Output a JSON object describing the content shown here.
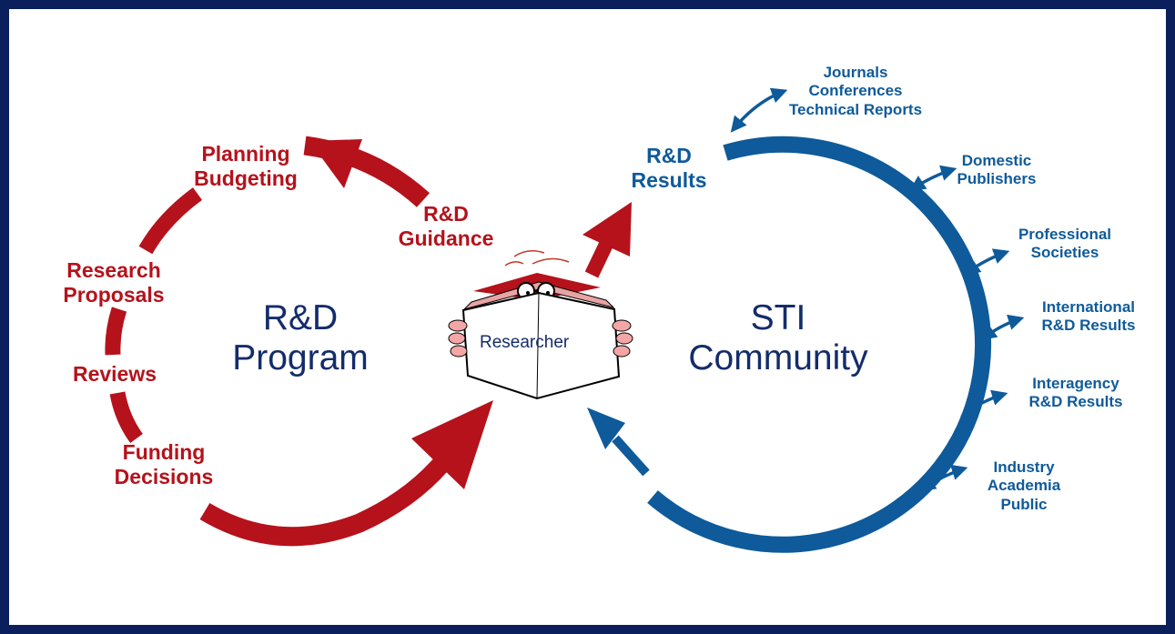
{
  "colors": {
    "border": "#0a1f5c",
    "rd_program_red": "#b5121b",
    "sti_blue": "#0e5a9a",
    "title_navy": "#132c6b"
  },
  "rd_program": {
    "title_line1": "R&D",
    "title_line2": "Program",
    "steps": {
      "planning_line1": "Planning",
      "planning_line2": "Budgeting",
      "guidance_line1": "R&D",
      "guidance_line2": "Guidance",
      "proposals_line1": "Research",
      "proposals_line2": "Proposals",
      "reviews": "Reviews",
      "funding_line1": "Funding",
      "funding_line2": "Decisions"
    }
  },
  "researcher": {
    "label": "Researcher",
    "icon": "reading-person-icon"
  },
  "sti_community": {
    "title_line1": "STI",
    "title_line2": "Community",
    "results_line1": "R&D",
    "results_line2": "Results",
    "channels": [
      {
        "line1": "Journals",
        "line2": "Conferences",
        "line3": "Technical Reports"
      },
      {
        "line1": "Domestic",
        "line2": "Publishers"
      },
      {
        "line1": "Professional",
        "line2": "Societies"
      },
      {
        "line1": "International",
        "line2": "R&D Results"
      },
      {
        "line1": "Interagency",
        "line2": "R&D Results"
      },
      {
        "line1": "Industry",
        "line2": "Academia",
        "line3": "Public"
      }
    ]
  }
}
